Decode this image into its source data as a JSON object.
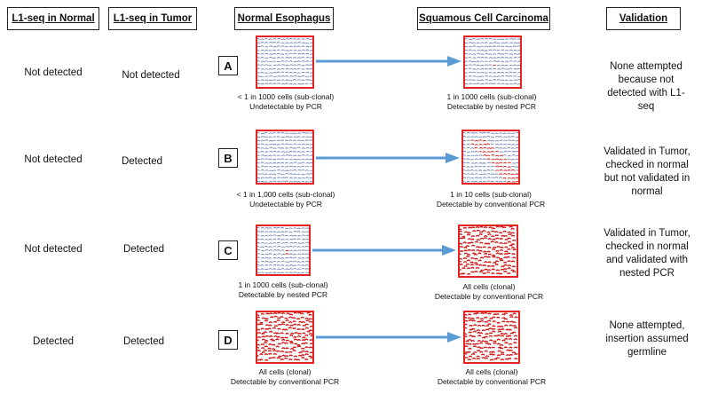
{
  "headers": {
    "normal_seq": "L1-seq in Normal",
    "tumor_seq": "L1-seq in Tumor",
    "normal_esophagus": "Normal Esophagus",
    "scc": "Squamous Cell Carcinoma",
    "validation": "Validation"
  },
  "rows": [
    {
      "letter": "A",
      "normal_seq": "Not detected",
      "tumor_seq": "Not detected",
      "normal_caption_1": "< 1 in 1000 cells (sub-clonal)",
      "normal_caption_2": "Undetectable by PCR",
      "tumor_caption_1": "1 in 1000 cells (sub-clonal)",
      "tumor_caption_2": "Detectable by nested PCR",
      "validation": "None attempted because not detected with L1-seq"
    },
    {
      "letter": "B",
      "normal_seq": "Not detected",
      "tumor_seq": "Detected",
      "normal_caption_1": "< 1 in 1,000 cells (sub-clonal)",
      "normal_caption_2": "Undetectable by PCR",
      "tumor_caption_1": "1 in 10 cells (sub-clonal)",
      "tumor_caption_2": "Detectable by conventional PCR",
      "validation": "Validated in Tumor, checked in normal but not validated in normal"
    },
    {
      "letter": "C",
      "normal_seq": "Not detected",
      "tumor_seq": "Detected",
      "normal_caption_1": "1 in 1000 cells (sub-clonal)",
      "normal_caption_2": "Detectable by nested PCR",
      "tumor_caption_1": "All cells (clonal)",
      "tumor_caption_2": "Detectable by conventional PCR",
      "validation": "Validated in Tumor, checked in normal and validated with nested PCR"
    },
    {
      "letter": "D",
      "normal_seq": "Detected",
      "tumor_seq": "Detected",
      "normal_caption_1": "All cells (clonal)",
      "normal_caption_2": "Detectable by conventional PCR",
      "tumor_caption_1": "All cells (clonal)",
      "tumor_caption_2": "Detectable by conventional PCR",
      "validation": "None attempted, insertion assumed germline"
    }
  ],
  "colors": {
    "border_red": "#e32222",
    "cell_blue": "#6f86b8",
    "cell_red": "#d11a1a",
    "arrow_blue": "#5b9bd5"
  }
}
